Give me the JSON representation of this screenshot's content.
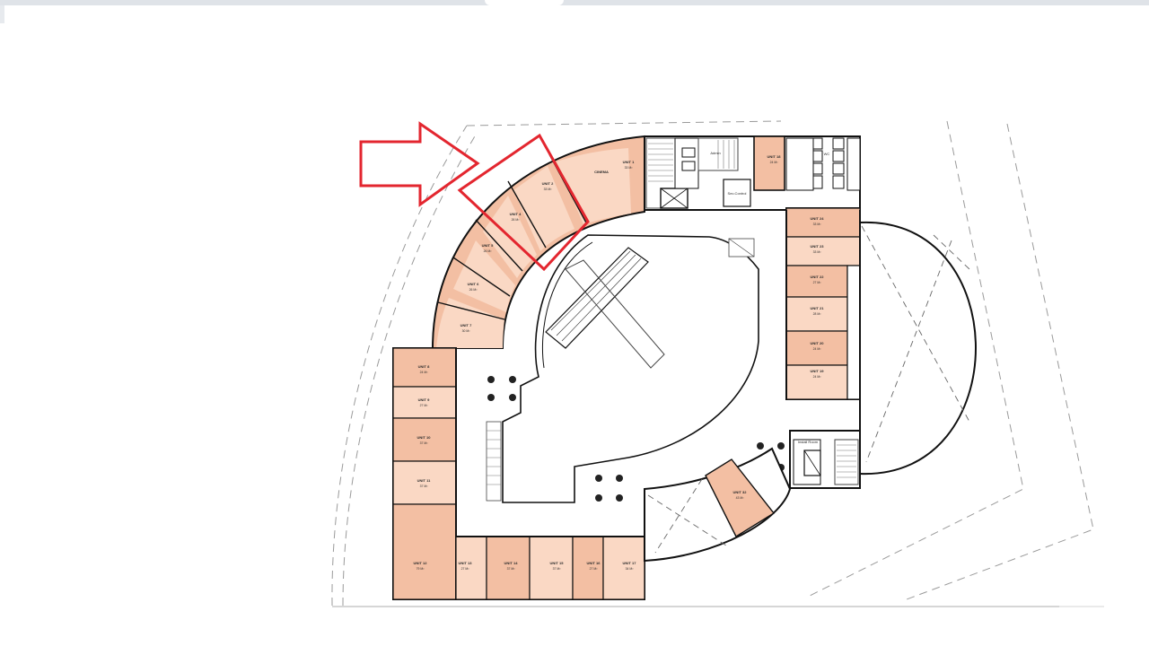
{
  "colors": {
    "unit_dark": "#f3bfa3",
    "unit_light": "#fad8c4",
    "wall": "#111111",
    "marker_red": "#e3262f",
    "dashed_line": "#9a9a9a"
  },
  "units": [
    {
      "label": "UNIT 1",
      "area": "33 M²"
    },
    {
      "label": "UNIT 2",
      "area": "33 M²"
    },
    {
      "label": "UNIT 4",
      "area": "26 M²"
    },
    {
      "label": "UNIT 5",
      "area": "26 M²"
    },
    {
      "label": "UNIT 6",
      "area": "26 M²"
    },
    {
      "label": "UNIT 7",
      "area": "30 M²"
    },
    {
      "label": "UNIT 8",
      "area": "24 M²"
    },
    {
      "label": "UNIT 9",
      "area": "27 M²"
    },
    {
      "label": "UNIT 10",
      "area": "37 M²"
    },
    {
      "label": "UNIT 11",
      "area": "37 M²"
    },
    {
      "label": "UNIT 12",
      "area": "79 M²"
    },
    {
      "label": "UNIT 13",
      "area": "27 M²"
    },
    {
      "label": "UNIT 14",
      "area": "37 M²"
    },
    {
      "label": "UNIT 15",
      "area": "37 M²"
    },
    {
      "label": "UNIT 16",
      "area": "27 M²"
    },
    {
      "label": "UNIT 17",
      "area": "34 M²"
    },
    {
      "label": "UNIT 18",
      "area": "24 M²"
    },
    {
      "label": "UNIT 19",
      "area": "24 M²"
    },
    {
      "label": "UNIT 20",
      "area": "24 M²"
    },
    {
      "label": "UNIT 21",
      "area": "28 M²"
    },
    {
      "label": "UNIT 22",
      "area": "27 M²"
    },
    {
      "label": "UNIT 23",
      "area": "33 M²"
    },
    {
      "label": "UNIT 24",
      "area": "33 M²"
    },
    {
      "label": "UNIT 32",
      "area": "43 M²"
    }
  ],
  "rooms": {
    "cinema": "CINEMA",
    "admin": "Admin",
    "sec_control": "Sec.Control",
    "wc": "WC",
    "install_room": "Install Room"
  }
}
